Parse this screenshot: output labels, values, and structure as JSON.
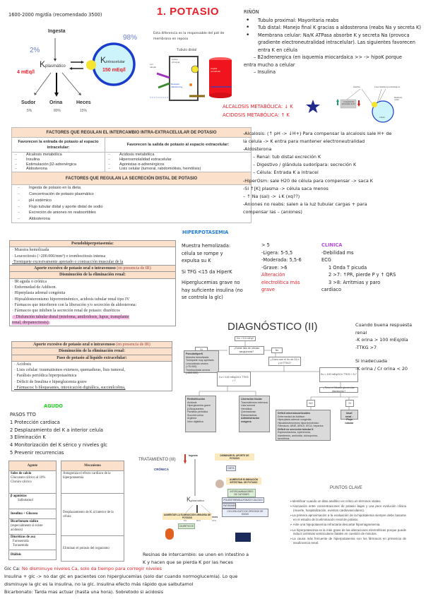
{
  "header": {
    "intake_note": "1600-2000 mg/día (recomendado 3500)",
    "title": "1.   POTASIO"
  },
  "k_diagram": {
    "ingesta": "Ingesta",
    "pct_plasma": "2%",
    "pct_intra": "98%",
    "k_plasma": "K",
    "k_plasma_sub": "plasmático",
    "k_plasma_value": "4 mEq/l",
    "k_intra": "K",
    "k_intra_sub": "intracelular",
    "k_intra_value": "150 mEq/l",
    "outputs": [
      {
        "label": "Sudor",
        "pct": "5%"
      },
      {
        "label": "Orina",
        "pct": "80%"
      },
      {
        "label": "Heces",
        "pct": "15%"
      }
    ],
    "colors": {
      "circle_border": "#1a3ccc",
      "circle_fill": "#cdf3fb",
      "pump": "#f5e531",
      "value_red": "#ee1c25",
      "pct_blue": "#6a7fd0"
    }
  },
  "membrane_note": "Esta diferencia es la responsable del pot de membrana en reposo",
  "tubulo": {
    "title": "Tubulo distal",
    "cell_label": "Célula principal",
    "capillary_label": "Capilar peritubular",
    "receptor_label": "Receptor Aldosterona",
    "lumen_label": "Luz tubular"
  },
  "rinon": {
    "title": "RIÑÓN",
    "items": [
      "Tubulo proximal: Mayoritaria reabs",
      "Tub distal: Manejo final K gracias a aldosterona (reabs Na y secreta K)",
      "Membrana celular: Na/K ATPasa absorbe K y secreta Na (provoca gradiente electroneutralidad intracelular). Las siguientes favorecen entra K en célula"
    ],
    "sub1": "– B2adrenergica (en isquemia miocardaica >> -> hipoK porque",
    "sub1b": "entra mucho a celular",
    "sub2": "– Insulina"
  },
  "acid_base": {
    "alcalosis": "ALCALOSIS METABÓLICA: ↓ K",
    "acidosis": "ACIDOSIS METABÓLICA: ↑ K",
    "star_color": "#1f2a8c"
  },
  "insulin_diagram": {
    "insulina": "Insulina",
    "catecol": "Catecolaminas β-adrenérgicas",
    "box": "Concentración extracelular de K+",
    "cell": "Célula",
    "membrane": "Membrana celular"
  },
  "factors_table": {
    "header1": "FACTORES QUE REGULAN EL INTERCAMBIO INTRA-EXTRACELULAR DE POTASIO",
    "col_left": "Favorecen la entrada de potasio al espacio intracelular:",
    "col_right": "Favorecen la salida de potasio al espacio extracelular:",
    "left_items": [
      "Alcalosis metabólica",
      "Insulina",
      "Estimulación β2-adrenérgica",
      "Aldosterona"
    ],
    "right_items": [
      "Acidosis metabólica",
      "Hiperosmolalidad extracelular",
      "Agonistas α-adrenérgicos",
      "Lisis celular (tumoral, rabdomiólisis, hemólisis)"
    ],
    "header2": "FACTORES QUE REGULAN LA SECRECIÓN DISTAL DE POTASIO",
    "distal_items": [
      "Ingesta de potasio en la dieta",
      "Concentración de potasio plasmático",
      "pH sistémico",
      "Flujo tubular distal y aporte distal de sodio",
      "Excreción de aniones no reabsortibles",
      "Aldosterona"
    ]
  },
  "factors_notes": [
    "-Alcalosis: (↑ pH -> ↓H+) Para compensar la alcalosis sale H+ de",
    "la celula -> K entra para mantener electroneutralidad",
    "-Aldosterona",
    "– Renal: tub distal excreción K",
    "– Digestivo / glándula sudorípara: secreción K",
    "– Célula: Entrada K a intracel",
    "-HiperOsm: sale H20 de célula para compensar -> saca K",
    "-Si ↑[K] plasma -> célula saca menos",
    "– ↑ Na (sal) -> ↓K (xq??)",
    "-Aniones no reabs: salen a la luz tubular cargas + para",
    "compensar las – (aniones)"
  ],
  "causes_table": {
    "pseudo_header": "Pseudohiperpotasemia:",
    "pseudo_items": [
      "· Muestra hemolizada",
      "· Leucocitosis (>200.000/mm³) o trombocitosis intensa",
      "·Torniquete excesivamente apretado o contracción muscular de la"
    ],
    "aporte": "Aporte excesivo de potasio oral o intravenoso",
    "aporte_note": "(en presencia de IR)",
    "disminucion": "Disminución de la eliminación renal:",
    "renal_items": [
      "· IR aguda o crónica",
      "· Enfermedad de Addison.",
      "· Hiperplasia adrenal congénita",
      "· Hipoaldosteronismo hiporreninémico, acidosis tubular renal tipo IV",
      "· Fármacos que interfieren con la liberación y/o secreción de aldosterona:",
      "· Fármacos que inhiben la secreción renal de potasio: diuréticos"
    ],
    "highlight": "· Disfunción tubular distal (mieloma, amiloidosis, lupus, transplante renal, drepanocitosis)",
    "highlight_color": "#f7b8e6"
  },
  "hiperpotasemia": {
    "title": "HIPERPOTASEMIA",
    "col1": [
      "Muestra hemolizada:",
      "célula se rompe y",
      "expulsa su K"
    ],
    "col1b": "Si TFG <15 da HiperK",
    "col1c": [
      "Hiperglucemias grave no",
      "hay suficiente insulina (no",
      "se controla la glc)"
    ],
    "col2": [
      "> 5",
      "-Ligera: 5-5,5",
      "-Moderada: 5,5-6",
      "-Grave: >6"
    ],
    "col2_red": [
      "Alteración",
      "electrolítica más",
      "grave"
    ],
    "clinica_title": "CLINICA",
    "clinica": [
      "-Debilidad ms",
      "ECG"
    ],
    "ecg": [
      "1 Onda T picuda",
      "2 >7: ↑PR, pierde P y ↑ QRS",
      "3 >8: Arritmias y paro"
    ],
    "ecg_tail": "cardiaco"
  },
  "causes_table2": {
    "aporte": "Aporte excesivo de potasio oral o intravenoso",
    "aporte_note": "(en presencia de IR)",
    "disminucion": "Disminución de la eliminación renal:",
    "paso": "Paso de potasio al líquido extracelular:",
    "items": [
      "· Acidosis",
      "· Lisis celular: traumatismos extensos, quemaduras, lisis tumoral,",
      "· Parálisis periódica hiperpotasémica",
      "· Déficit de Insulina e hiperglucemia grave",
      "· Fármacos: b bloqueantes, intoxicación digitálica, succinilcolina,"
    ]
  },
  "diagnostico": {
    "title": "DIAGNÓSTICO (II)",
    "k_box": "Ks > 5,5 mEq/l",
    "q1": "¿Existe lisis de células sanguíneas?",
    "si": "Sí",
    "no": "No",
    "pseudo": {
      "title": "PseudohiperK",
      "lines": [
        "Muestra hemolizada",
        "Torniquete muy apretado",
        "Leucocitosis severa (>70.000)",
        "Trombocitosis severa (>800.000)"
      ]
    },
    "q2": "¿Cómo son el Ku de 24 h y el TTKG?",
    "left_res": "Ku > 100 mEq/24 h TTKG > 7",
    "right_res": "Ku < 100 mEq/24 h TTKG < 5-7",
    "q3": "¿Tiene el filtrado glomerular disminuido?",
    "no2": "NO",
    "si2": "SI",
    "redis": {
      "title": "Redistribución",
      "lines": [
        "Acidosis",
        "Hiperglucemia grave",
        "β-Bloqueantes",
        "Parálisis periódica",
        "Succinil colina",
        "Arginina",
        "Intox digitálica"
      ]
    },
    "lib": {
      "title": "Liberación tisular",
      "lines": [
        "Traumatismos extensos",
        "Lisis tumoral",
        "Hemólisis",
        "Quemaduras",
        "Rabdomiolisis"
      ],
      "bold": "Administración exógena"
    },
    "deficit": {
      "title": "Déficit mineralocorticoides",
      "lines": [
        "Enfermedad de Addison",
        "Hiperplasia adrenal congénita",
        "Hipoaldosteronismo hiporreninémico",
        "Fármacos: AINE, ARA II, IECA, heparina"
      ],
      "title2": "Déficit en secreción tubular K",
      "lines2": [
        "Espironolactona, eplerenona,",
        "triamtereno, amilorida, ciclosporina,",
        "tacrolimus"
      ]
    },
    "insuf": "Insuf. renal ↓ Flujo tubular"
  },
  "diag_notes": {
    "good": [
      "Cuando buena respuesta",
      "renal",
      "-K orina > 100 mEq/día",
      "-TTKG >7"
    ],
    "bad": [
      "Si inadecuada",
      "-K orina / Cr orina < 20"
    ]
  },
  "agudo": {
    "title": "AGUDO",
    "pasos_title": "PASOS TTO",
    "pasos": [
      "1 Protección cardiaca",
      "2 Desplazamiento del K a interior celula",
      "3 Eliminación K",
      "4 Monitorización del K sérico y niveles glc",
      "5 Prevenir recurrencias"
    ]
  },
  "tto_table": {
    "col_agent": "Agente",
    "col_mech": "Mecanismo",
    "rows": [
      {
        "agent": "Sales de calcio",
        "detail": [
          "Gluconato cálcico al 10%",
          "Cloruro cálcico"
        ]
      },
      {
        "agent": "β agonistas",
        "detail": [
          "Salbutamol"
        ]
      },
      {
        "agent": "Insulina + Glucosa",
        "detail": []
      },
      {
        "agent": "Bicarbonato sódico",
        "detail": [
          "(especialmente si existe acidosis)"
        ]
      },
      {
        "agent": "Diuréticos de asa",
        "detail": [
          "Furosemida",
          "Torasemida"
        ]
      },
      {
        "agent": "Diálisis",
        "detail": []
      }
    ],
    "mechanisms": [
      "Antagoniza el efecto cardiaco de la hiperpotasemia",
      "Desplazamiento de K al interior de la célula",
      "Eliminan el potasio del organismo"
    ]
  },
  "tratamiento": {
    "title": "TRATAMIENTO (III)",
    "cronica": "CRÓNICA",
    "ingesta": "Ingesta",
    "k": "K",
    "k_sub": "plasmático",
    "outputs": [
      {
        "label": "Sudor",
        "pct": "5%"
      },
      {
        "label": "orina",
        "pct": "80%"
      },
      {
        "label": "heces",
        "pct": "15%"
      }
    ],
    "box_aporte": "DISMINUIR EL APORTE DE POTASIO",
    "box_dieta": "DIETA",
    "box_intestinal": "AUMENTAR ELIMINACIÓN INTESTINAL DE POTASIO",
    "box_resinas": "INTERCAMBIADORES DE CATIONES",
    "box_poli": "POLIESTIRENSULFONATO CÁLCICO",
    "box_patiromer": "PATIROMER",
    "box_ciclo": "CICLOSILICATO DE ZIRCONIO DE SODIO",
    "box_urinaria": "AUMENTAR LA ELIMINACIÓN URINARIA DE POTASIO",
    "box_diureticos": "DIURÉTICOS"
  },
  "resinas_note": [
    "Resinas de intercambio: se unen en intestino a",
    "K y hacen que se pierda K por las heces"
  ],
  "puntos_clave": {
    "title": "PUNTOS CLAVE",
    "items": [
      "➢Identificar cuando un dato analítico es crítico en términos vitales.",
      "➢Asociación entre concentraciones de potasio bajas y una peor evolución clínica (muerte, hospitalización, eventos cardiovasculares).",
      "➢La primera aproximación a la evaluación de la hipokalemia siempre debe basarse en el estudio de la eliminación renal de potasio.",
      "➢ Ante una hipopotasemia refractaria descartar hipomagnesemia.",
      "➢La hiperpotasemia es la más grave de las alteraciones electrolíticas porque puede inducir arritmias ventriculares fatales en cuestión de minutos.",
      "➢La causa más frecuente de hiperpotasemia son los fármacos en presencia de insuficiencia renal."
    ]
  },
  "footer": {
    "glc_ca_label": "Glc Ca: ",
    "glc_ca_red": "No disminuye niveles Ca, solo da tiempo para corregir niveles",
    "line2": "Insulina + glc -> no dar glc en pacientes con hiperglucemias (solo dar cuando normoglucemia). Lo que",
    "line3": "disminuye la glc es la insulina, no la glc. Insulina efecto más rápido que salbutamol",
    "line4": "Bicarbonato: Tarda mas actuar (hasta una hora). Sobretodo si acidosis"
  }
}
